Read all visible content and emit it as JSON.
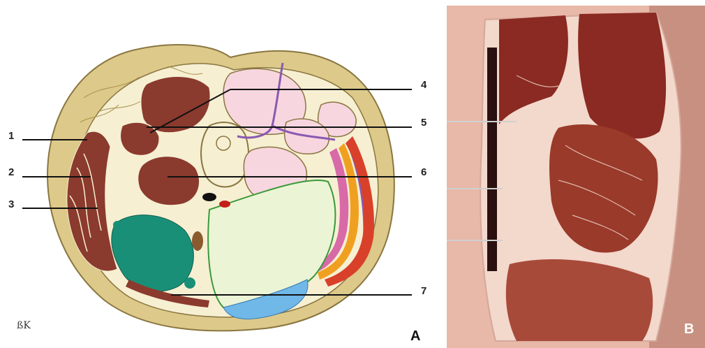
{
  "labels": {
    "left": [
      "1",
      "2",
      "3"
    ],
    "right": [
      "4",
      "5",
      "6",
      "7"
    ]
  },
  "panels": {
    "a": "A",
    "b": "B"
  },
  "artist_mark": "ßK",
  "colors": {
    "skin_fat": "#ddc98a",
    "outline": "#8a7640",
    "muscle": "#8b3a2e",
    "fascia": "#e8d9a6",
    "kidney_like": "#f7d6e0",
    "colon": "#1a8f77",
    "peritoneum": "#ecf4d6",
    "spleen_red": "#d9402a",
    "orange": "#f0a020",
    "blue": "#6fb8e8",
    "purple_line": "#8a5ab0",
    "green_line": "#3a9a3a",
    "photo_bg": "#e8b8a8",
    "photo_meat": "#8a2a22"
  }
}
